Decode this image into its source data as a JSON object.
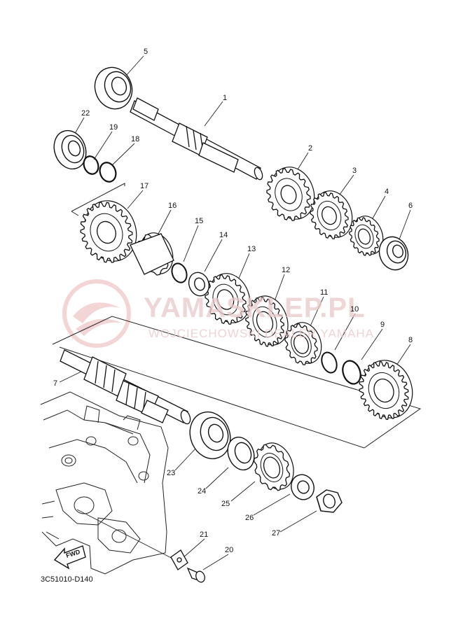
{
  "diagram": {
    "code": "3C51010-D140",
    "fwd_label": "FWD"
  },
  "watermark": {
    "brand": "YAMASKLEP.PL",
    "subtitle": "WOJCIECHOWSKI DEALER YAMAHA"
  },
  "callouts": [
    {
      "id": "1",
      "text": "1"
    },
    {
      "id": "2",
      "text": "2"
    },
    {
      "id": "3",
      "text": "3"
    },
    {
      "id": "4",
      "text": "4"
    },
    {
      "id": "5",
      "text": "5"
    },
    {
      "id": "6",
      "text": "6"
    },
    {
      "id": "7",
      "text": "7"
    },
    {
      "id": "8",
      "text": "8"
    },
    {
      "id": "9",
      "text": "9"
    },
    {
      "id": "10",
      "text": "10"
    },
    {
      "id": "11",
      "text": "11"
    },
    {
      "id": "12",
      "text": "12"
    },
    {
      "id": "13",
      "text": "13"
    },
    {
      "id": "14",
      "text": "14"
    },
    {
      "id": "15",
      "text": "15"
    },
    {
      "id": "16",
      "text": "16"
    },
    {
      "id": "17",
      "text": "17"
    },
    {
      "id": "18",
      "text": "18"
    },
    {
      "id": "19",
      "text": "19"
    },
    {
      "id": "20",
      "text": "20"
    },
    {
      "id": "21",
      "text": "21"
    },
    {
      "id": "22",
      "text": "22"
    },
    {
      "id": "23",
      "text": "23"
    },
    {
      "id": "24",
      "text": "24"
    },
    {
      "id": "25",
      "text": "25"
    },
    {
      "id": "26",
      "text": "26"
    },
    {
      "id": "27",
      "text": "27"
    }
  ]
}
